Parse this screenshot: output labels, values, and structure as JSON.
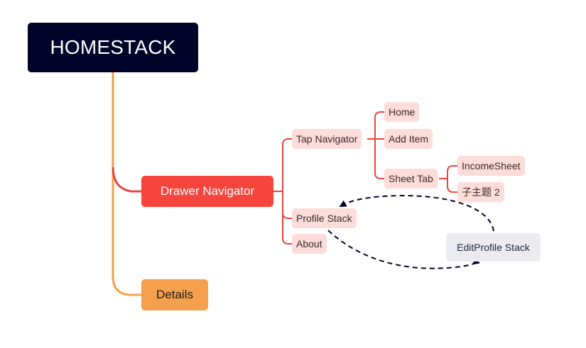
{
  "root": {
    "label": "HOMESTACK"
  },
  "branches": {
    "drawer": {
      "label": "Drawer Navigator"
    },
    "details": {
      "label": "Details"
    }
  },
  "drawer_children": {
    "tap_navigator": "Tap Navigator",
    "profile_stack": "Profile Stack",
    "about": "About"
  },
  "tap_children": {
    "home": "Home",
    "add_item": "Add Item",
    "sheet_tab": "Sheet Tab"
  },
  "sheet_children": {
    "income_sheet": "IncomeSheet",
    "subtopic_2": "子主题 2"
  },
  "floating": {
    "edit_profile_stack": "EditProfile Stack"
  },
  "colors": {
    "root_bg": "#02042a",
    "drawer_bg": "#f5453d",
    "details_bg": "#f4a04c",
    "sub_bg": "#fddcda",
    "connector_orange": "#f4a04c",
    "connector_red": "#e8463e",
    "floating_bg": "#ececf0",
    "relation_line": "#02042a"
  }
}
